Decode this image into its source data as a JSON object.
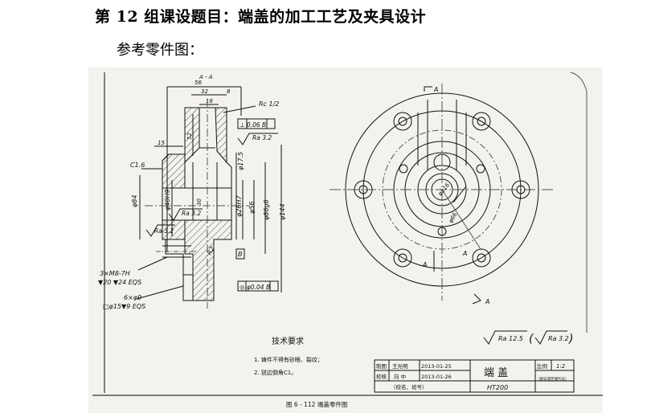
{
  "document": {
    "heading": "第 12 组课设题目：端盖的加工工艺及夹具设计",
    "subheading": "参考零件图："
  },
  "drawing": {
    "section_label": "A - A",
    "dims": {
      "d56": "56",
      "d32": "32",
      "d8": "8",
      "d16": "16",
      "d15": "15",
      "d52": "52",
      "d30": "30",
      "thread_rc": "Rc 1/2",
      "perp_tol": "⊥ 0.06 B",
      "ra32_top": "Ra 3.2",
      "c16": "C1.6",
      "phi84": "φ84",
      "phi40h9": "φ40H9",
      "phi17_5": "φ17.5",
      "phi26h7": "φ26H7",
      "phi56": "φ56",
      "phi86g6": "φ86g6",
      "phi144": "φ144",
      "ra32_mid": "Ra 3.2",
      "ra32_left": "Ra 3.2",
      "r2": "R2",
      "datum_b": "B",
      "thread_note_1": "3×M8-7H",
      "thread_note_2": "▼20 ▼24 EQS",
      "hole_note_1": "6×φ9",
      "hole_note_2": "□φ15▼9 EQS",
      "runout": "◎ φ0.04 B",
      "phi116": "φ116",
      "phi66": "φ66",
      "cut_a": "A"
    },
    "roughness_general": "Ra 12.5",
    "roughness_paren": "Ra 3.2",
    "tech_req_title": "技术要求",
    "tech_req_1": "1. 铸件不得有砂眼、裂纹；",
    "tech_req_2": "2. 锐边倒角C1。",
    "title_block": {
      "drawn_label": "制图",
      "drawn_name": "王光明",
      "drawn_date": "2013-01-25",
      "check_label": "校核",
      "check_name": "向 中",
      "check_date": "2013-01-26",
      "school": "（校名、班号）",
      "part_name": "端 盖",
      "material": "HT200",
      "scale_label": "比例",
      "scale_value": "1:2",
      "drawing_no": "（图号或存储代号）"
    },
    "caption": "图 6 - 112   端盖零件图"
  }
}
